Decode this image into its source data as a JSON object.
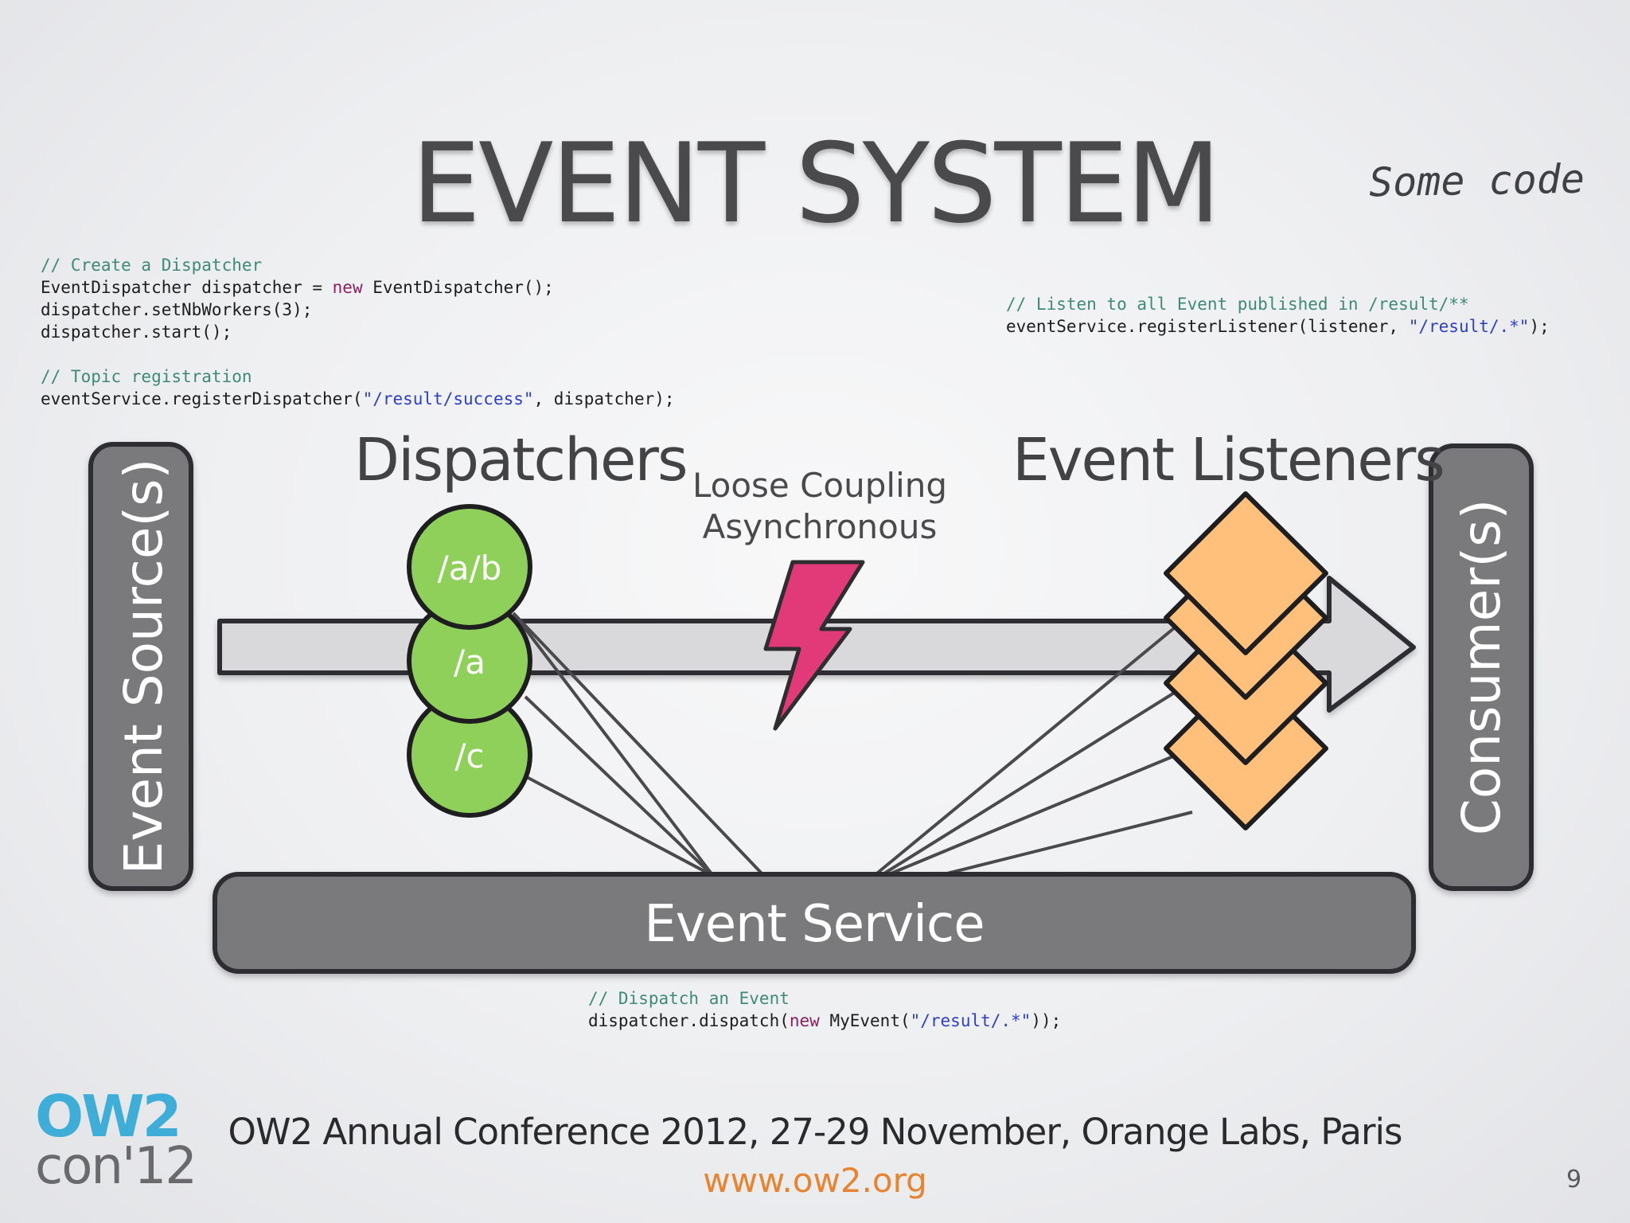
{
  "slide": {
    "title": "EVENT SYSTEM",
    "subtitle": "Some code",
    "page_number": "9"
  },
  "code_blocks": {
    "dispatcher": [
      {
        "parts": [
          {
            "t": "// Create a Dispatcher",
            "c": "c"
          }
        ]
      },
      {
        "parts": [
          {
            "t": "EventDispatcher dispatcher = ",
            "c": ""
          },
          {
            "t": "new",
            "c": "k"
          },
          {
            "t": " EventDispatcher();",
            "c": ""
          }
        ]
      },
      {
        "parts": [
          {
            "t": "dispatcher.setNbWorkers(3);",
            "c": ""
          }
        ]
      },
      {
        "parts": [
          {
            "t": "dispatcher.start();",
            "c": ""
          }
        ]
      },
      {
        "parts": [
          {
            "t": "",
            "c": ""
          }
        ]
      },
      {
        "parts": [
          {
            "t": "// Topic registration",
            "c": "c"
          }
        ]
      },
      {
        "parts": [
          {
            "t": "eventService.registerDispatcher(",
            "c": ""
          },
          {
            "t": "\"/result/success\"",
            "c": "s"
          },
          {
            "t": ", dispatcher);",
            "c": ""
          }
        ]
      }
    ],
    "listener": [
      {
        "parts": [
          {
            "t": "// Listen to all Event published in /result/**",
            "c": "c"
          }
        ]
      },
      {
        "parts": [
          {
            "t": "eventService.registerListener(listener, ",
            "c": ""
          },
          {
            "t": "\"/result/.*\"",
            "c": "s"
          },
          {
            "t": ");",
            "c": ""
          }
        ]
      }
    ],
    "dispatch": [
      {
        "parts": [
          {
            "t": "// Dispatch an Event",
            "c": "c"
          }
        ]
      },
      {
        "parts": [
          {
            "t": "dispatcher.dispatch(",
            "c": ""
          },
          {
            "t": "new",
            "c": "k"
          },
          {
            "t": " MyEvent(",
            "c": ""
          },
          {
            "t": "\"/result/.*\"",
            "c": "s"
          },
          {
            "t": "));",
            "c": ""
          }
        ]
      }
    ]
  },
  "diagram": {
    "dispatchers_label": "Dispatchers",
    "listeners_label": "Event Listeners",
    "loose_coupling": "Loose Coupling",
    "asynchronous": "Asynchronous",
    "event_sources_label": "Event Source(s)",
    "consumers_label": "Consumer(s)",
    "event_service_label": "Event Service",
    "dispatcher_topics": [
      "/a/b",
      "/a",
      "/c"
    ],
    "colors": {
      "dispatcher_fill": "#8fd05a",
      "listener_fill": "#fec07a",
      "bolt_fill": "#e23a78",
      "box_fill": "#7a7a7c",
      "arrow_fill": "#d9d9db"
    }
  },
  "footer": {
    "conference": "OW2 Annual Conference 2012, 27-29 November, Orange Labs, Paris",
    "url": "www.ow2.org",
    "logo_line1": "OW2",
    "logo_line2": "con'12"
  }
}
